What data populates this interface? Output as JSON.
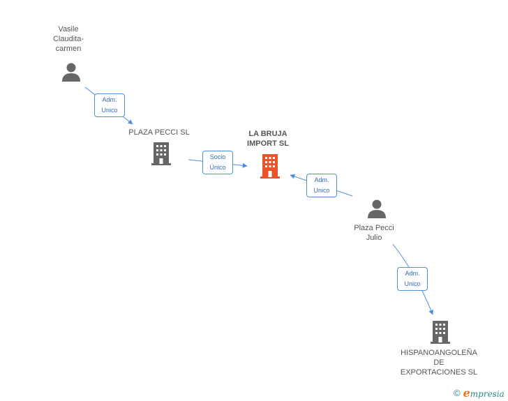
{
  "nodes": {
    "vasile": {
      "label_line1": "Vasile",
      "label_line2": "Claudita-",
      "label_line3": "carmen",
      "icon": "person-icon"
    },
    "plaza_pecci_sl": {
      "label": "PLAZA PECCI SL",
      "icon": "building-icon"
    },
    "la_bruja": {
      "label_line1": "LA BRUJA",
      "label_line2": "IMPORT SL",
      "icon": "building-icon",
      "color": "#e8552a"
    },
    "plaza_pecci_julio": {
      "label_line1": "Plaza Pecci",
      "label_line2": "Julio",
      "icon": "person-icon"
    },
    "hispanoangolena": {
      "label_line1": "HISPANOANGOLEÑA",
      "label_line2": "DE",
      "label_line3": "EXPORTACIONES SL",
      "icon": "building-icon"
    }
  },
  "edges": {
    "e1": {
      "line1": "Adm.",
      "line2": "Unico"
    },
    "e2": {
      "line1": "Socio",
      "line2": "Único"
    },
    "e3": {
      "line1": "Adm.",
      "line2": "Unico"
    },
    "e4": {
      "line1": "Adm.",
      "line2": "Unico"
    }
  },
  "colors": {
    "edge": "#4a90d9",
    "node_gray": "#666666",
    "main": "#e8552a"
  },
  "footer": {
    "copyright_symbol": "©",
    "brand_initial": "e",
    "brand_rest": "mpresia"
  }
}
